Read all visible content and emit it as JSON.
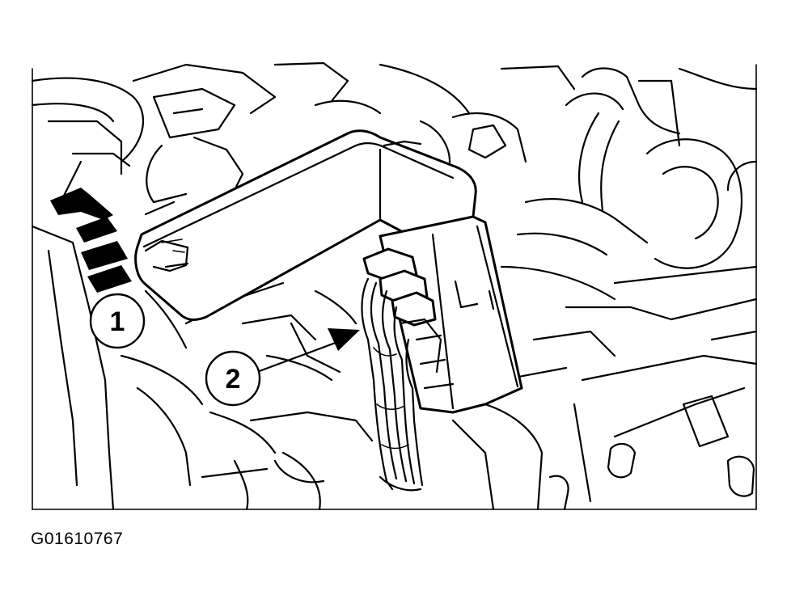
{
  "figure": {
    "id_label": "G01610767"
  },
  "callouts": [
    {
      "number": "1"
    },
    {
      "number": "2"
    }
  ],
  "colors": {
    "line": "#000000",
    "background": "#ffffff"
  }
}
